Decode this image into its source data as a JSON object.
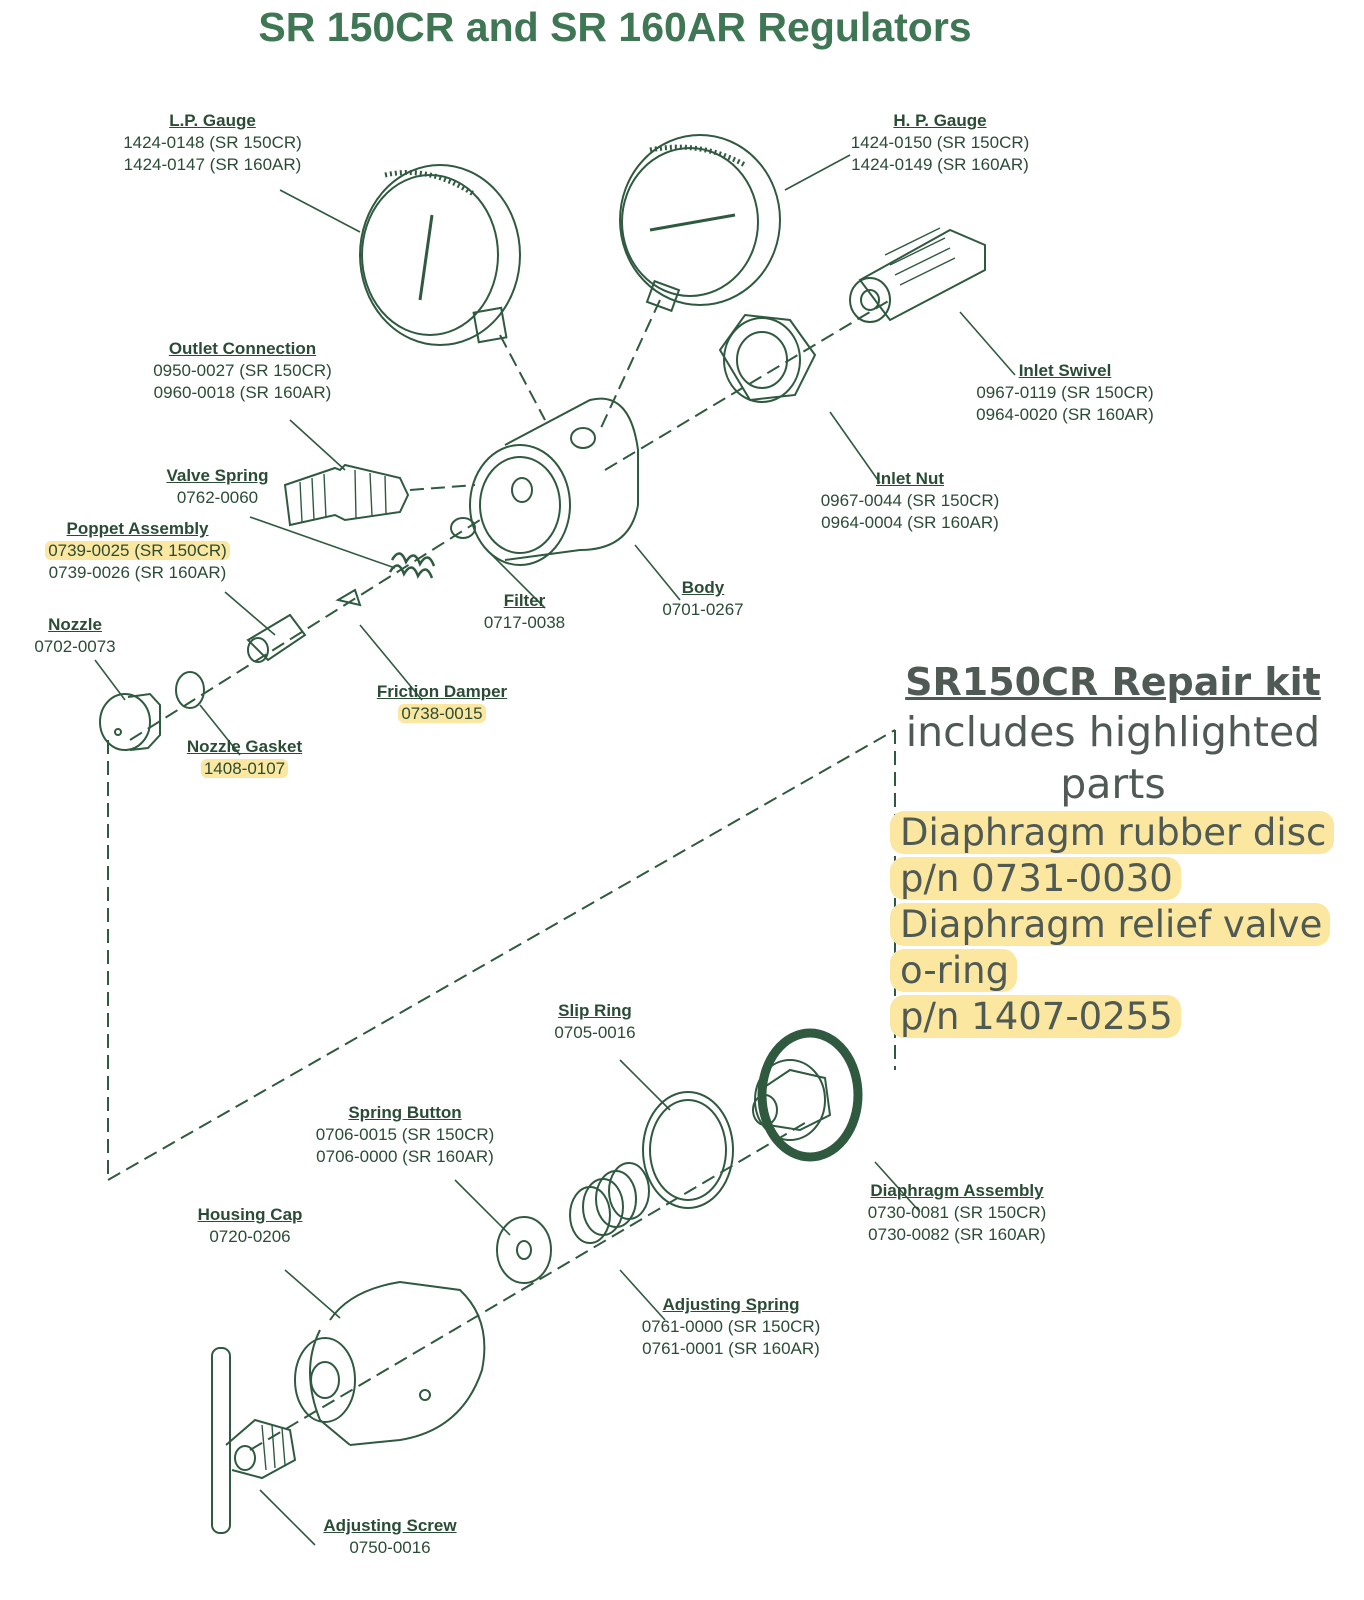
{
  "title": "SR 150CR and SR 160AR Regulators",
  "parts": {
    "lp_gauge": {
      "name": "L.P. Gauge",
      "pn1": "1424-0148 (SR 150CR)",
      "pn2": "1424-0147 (SR 160AR)"
    },
    "hp_gauge": {
      "name": "H. P. Gauge",
      "pn1": "1424-0150 (SR 150CR)",
      "pn2": "1424-0149 (SR 160AR)"
    },
    "outlet_connection": {
      "name": "Outlet Connection",
      "pn1": "0950-0027 (SR 150CR)",
      "pn2": "0960-0018 (SR 160AR)"
    },
    "inlet_swivel": {
      "name": "Inlet Swivel",
      "pn1": "0967-0119 (SR 150CR)",
      "pn2": "0964-0020 (SR 160AR)"
    },
    "inlet_nut": {
      "name": "Inlet Nut",
      "pn1": "0967-0044 (SR 150CR)",
      "pn2": "0964-0004 (SR 160AR)"
    },
    "valve_spring": {
      "name": "Valve Spring",
      "pn1": "0762-0060"
    },
    "poppet_assembly": {
      "name": "Poppet Assembly",
      "pn1": "0739-0025 (SR 150CR)",
      "pn2": "0739-0026 (SR 160AR)"
    },
    "nozzle": {
      "name": "Nozzle",
      "pn1": "0702-0073"
    },
    "filter": {
      "name": "Filter",
      "pn1": "0717-0038"
    },
    "body": {
      "name": "Body",
      "pn1": "0701-0267"
    },
    "friction_damper": {
      "name": "Friction Damper",
      "pn1": "0738-0015"
    },
    "nozzle_gasket": {
      "name": "Nozzle Gasket",
      "pn1": "1408-0107"
    },
    "slip_ring": {
      "name": "Slip Ring",
      "pn1": "0705-0016"
    },
    "spring_button": {
      "name": "Spring Button",
      "pn1": "0706-0015 (SR 150CR)",
      "pn2": "0706-0000 (SR 160AR)"
    },
    "diaphragm_assembly": {
      "name": "Diaphragm Assembly",
      "pn1": "0730-0081 (SR 150CR)",
      "pn2": "0730-0082 (SR 160AR)"
    },
    "housing_cap": {
      "name": "Housing Cap",
      "pn1": "0720-0206"
    },
    "adjusting_spring": {
      "name": "Adjusting Spring",
      "pn1": "0761-0000 (SR 150CR)",
      "pn2": "0761-0001 (SR 160AR)"
    },
    "adjusting_screw": {
      "name": "Adjusting Screw",
      "pn1": "0750-0016"
    }
  },
  "repair_kit": {
    "title": "SR150CR Repair kit",
    "subtitle_1": "includes highlighted",
    "subtitle_2": "parts",
    "items": [
      "Diaphragm rubber disc",
      "p/n 0731-0030",
      "Diaphragm relief valve",
      "o-ring",
      "p/n 1407-0255"
    ]
  },
  "colors": {
    "title": "#3f7755",
    "line_art": "#2f5a40",
    "highlight": "#fbe7a0",
    "kit_text": "#505a54"
  }
}
